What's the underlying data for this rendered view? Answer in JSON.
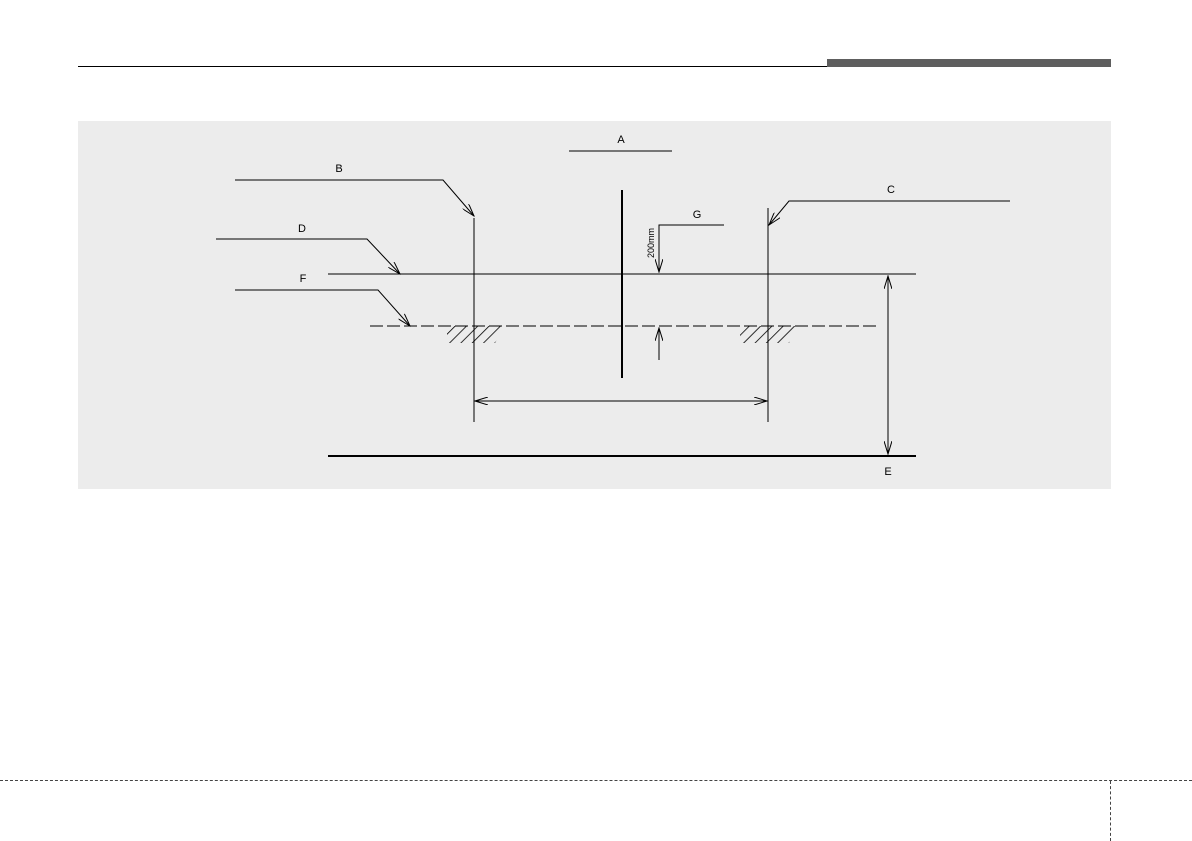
{
  "colors": {
    "panel_background": "#ececec",
    "header_bar": "#5e5e5e",
    "line": "#000000"
  },
  "diagram": {
    "callouts": {
      "a": "A",
      "b": "B",
      "c": "C",
      "d": "D",
      "e": "E",
      "f": "F",
      "g": "G"
    },
    "dimension_label": "200mm"
  }
}
